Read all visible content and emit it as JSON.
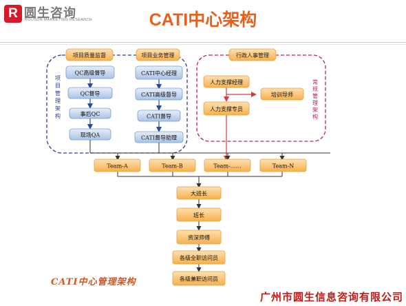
{
  "header": {
    "logo_mark": "R",
    "logo_name": "圆生咨询",
    "logo_en": "ROUSON MARKETING RESEARCH",
    "title": "CATI中心架构"
  },
  "groups": {
    "quality": {
      "header": "项目质量监督",
      "side_label": "项目管理架构",
      "items": [
        "QC高级督导",
        "QC督导",
        "事后QC",
        "现场QA"
      ]
    },
    "business": {
      "header": "项目业务管理",
      "items": [
        "CATI中心经理",
        "CATI高级督导",
        "CATI督导",
        "CATI督导助理"
      ]
    },
    "admin": {
      "header": "行政人事管理",
      "side_label": "常规管理架构",
      "items": [
        "人力支撑经理",
        "人力支撑专员",
        "培训导师"
      ]
    }
  },
  "teams": [
    "Team-A",
    "Team-B",
    "Team-……",
    "Team-N"
  ],
  "chain": [
    "大班长",
    "班长",
    "资深师傅",
    "各级全职访问员",
    "各级兼职访问员"
  ],
  "caption": "CATI中心管理架构",
  "footer": "广州市圆生信息咨询有限公司",
  "colors": {
    "title": "#e8601c",
    "node_blue_top": "#e6eff9",
    "node_blue_bottom": "#a9c3e6",
    "node_orange_top": "#fde0b3",
    "node_orange_bottom": "#f7b04b",
    "arrow_red": "#d83a3a",
    "blue_dash": "#2c3a98",
    "pink_dash": "#c2185b",
    "footer": "#c01a16"
  }
}
